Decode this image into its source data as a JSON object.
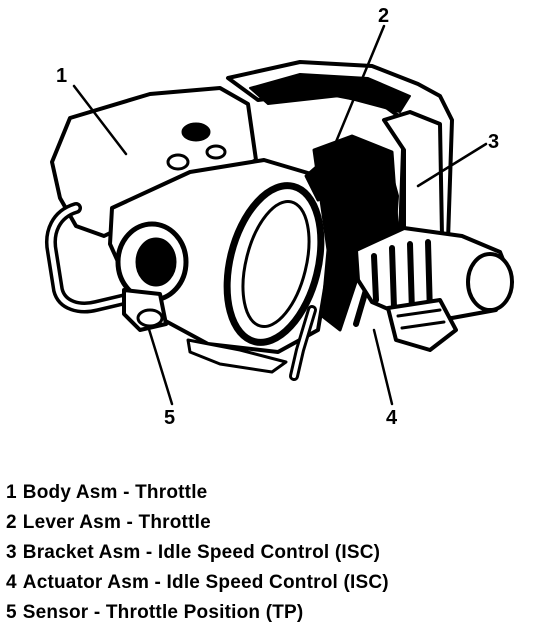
{
  "callouts": [
    "1",
    "2",
    "3",
    "4",
    "5"
  ],
  "legend": [
    {
      "number": "1",
      "text": "Body Asm - Throttle"
    },
    {
      "number": "2",
      "text": "Lever Asm - Throttle"
    },
    {
      "number": "3",
      "text": "Bracket Asm - Idle Speed Control (ISC)"
    },
    {
      "number": "4",
      "text": "Actuator Asm - Idle Speed Control (ISC)"
    },
    {
      "number": "5",
      "text": "Sensor - Throttle Position (TP)"
    }
  ],
  "colors": {
    "ink": "#000000",
    "paper": "#ffffff"
  }
}
